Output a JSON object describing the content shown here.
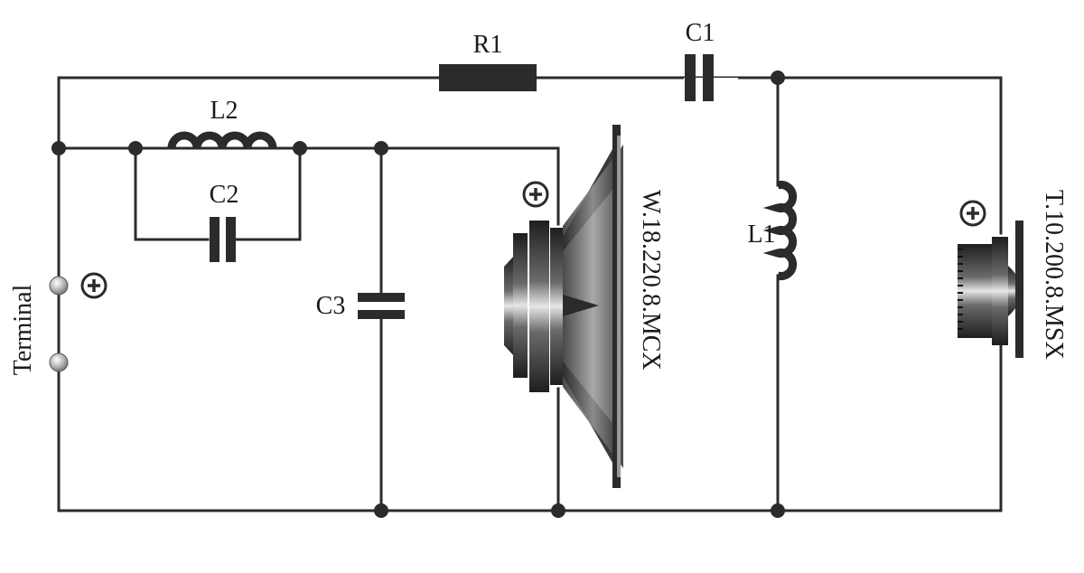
{
  "labels": {
    "r1": "R1",
    "c1": "C1",
    "l2": "L2",
    "c2": "C2",
    "c3": "C3",
    "l1": "L1",
    "terminal": "Terminal",
    "woofer": "W.18.220.8.MCX",
    "tweeter": "T.10.200.8.MSX"
  },
  "colors": {
    "wire": "#2b2b2b",
    "component": "#2b2b2b",
    "background": "#ffffff"
  },
  "icons": {
    "polarity": "plus-in-circle-icon",
    "woofer": "woofer-speaker-icon",
    "tweeter": "tweeter-speaker-icon"
  }
}
